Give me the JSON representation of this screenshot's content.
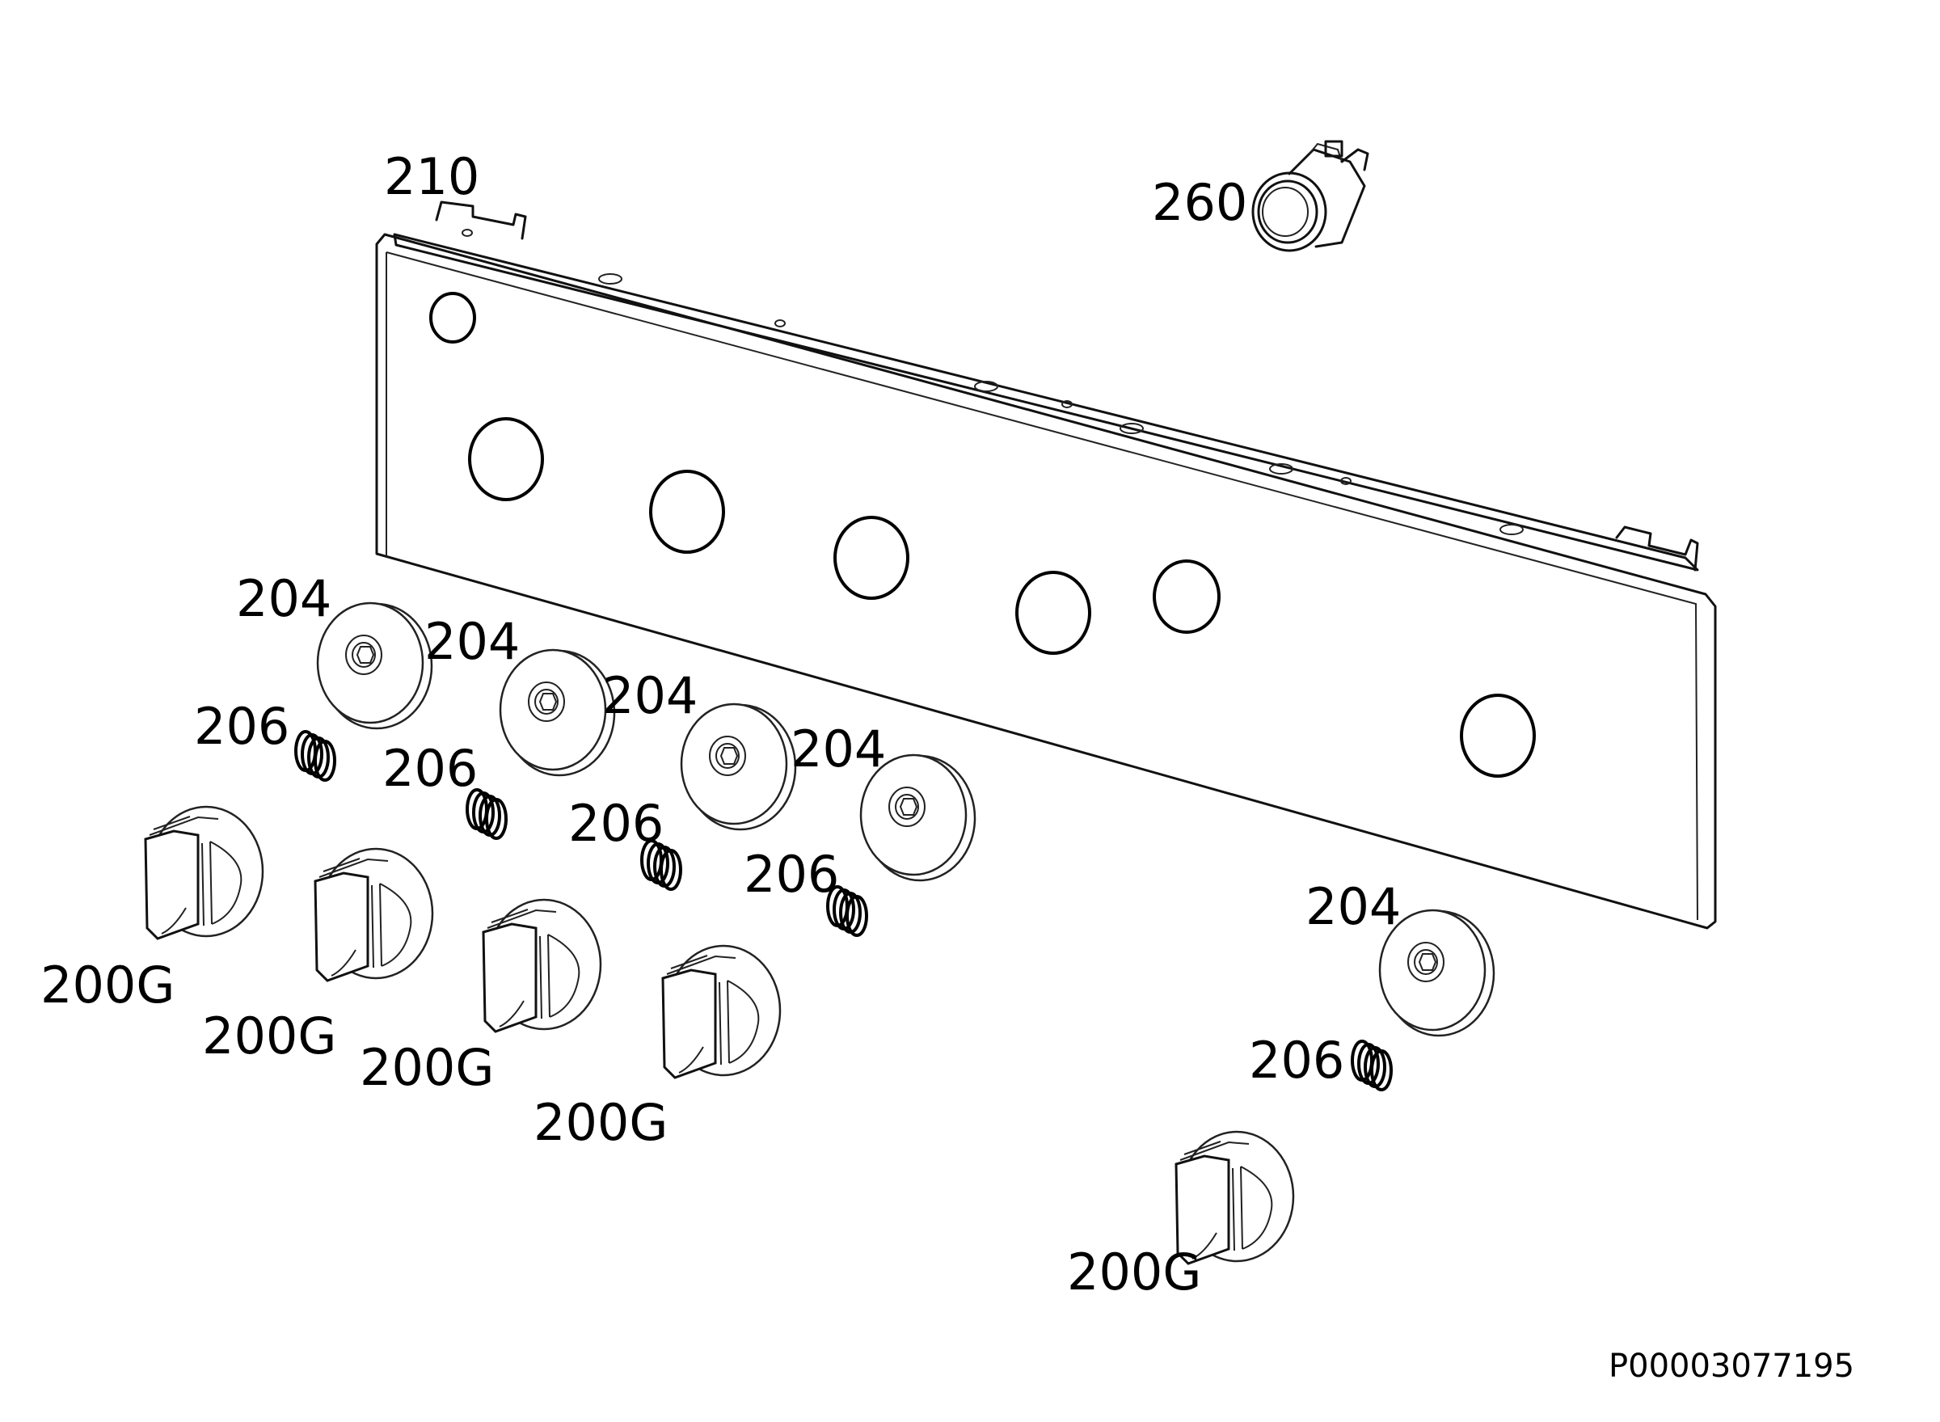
{
  "diagram_code": "P00003077195",
  "parts": [
    {
      "id": "panel",
      "label": "210"
    },
    {
      "id": "lamp",
      "label": "260"
    },
    {
      "id": "bezel",
      "label": "204"
    },
    {
      "id": "spring",
      "label": "206"
    },
    {
      "id": "knob",
      "label": "200G"
    }
  ],
  "callouts": {
    "panel": "210",
    "lamp": "260",
    "bezel_1": "204",
    "bezel_2": "204",
    "bezel_3": "204",
    "bezel_4": "204",
    "bezel_5": "204",
    "spring_1": "206",
    "spring_2": "206",
    "spring_3": "206",
    "spring_4": "206",
    "spring_5": "206",
    "knob_1": "200G",
    "knob_2": "200G",
    "knob_3": "200G",
    "knob_4": "200G",
    "knob_5": "200G"
  }
}
